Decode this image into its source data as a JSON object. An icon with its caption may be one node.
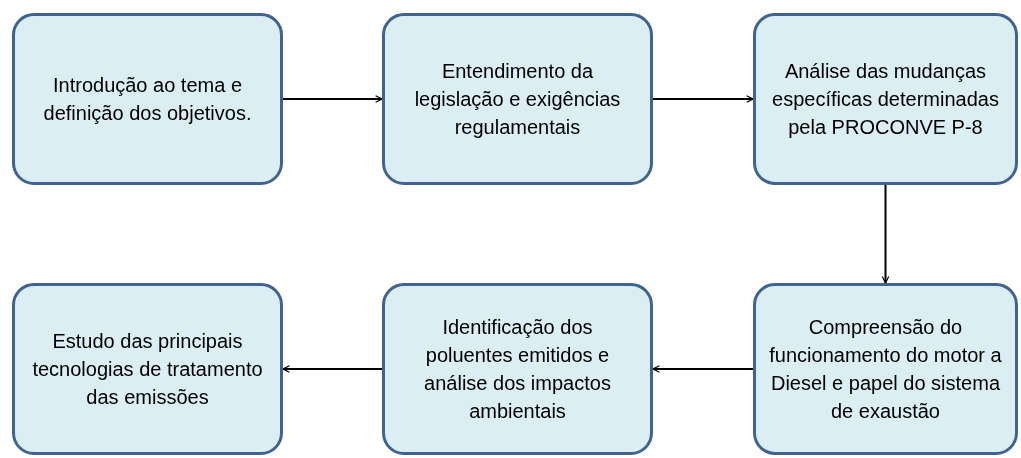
{
  "diagram": {
    "nodes": [
      {
        "text": [
          "Introdução ao tema e definição dos objetivos."
        ]
      },
      {
        "text": [
          "Entendimento da legislação e exigências regulamentais"
        ]
      },
      {
        "text": [
          "Análise das mudanças específicas determinadas pela PROCONVE P-8"
        ]
      },
      {
        "text": [
          "Compreensão do funcionamento do motor a Diesel e papel do sistema de exaustão"
        ]
      },
      {
        "text": [
          "Identificação dos poluentes emitidos e análise dos impactos ambientais"
        ]
      },
      {
        "text": [
          "Estudo das principais tecnologias de tratamento das emissões"
        ]
      }
    ],
    "edges": [
      {
        "from": 0,
        "to": 1,
        "arrow": "to"
      },
      {
        "from": 1,
        "to": 2,
        "arrow": "to"
      },
      {
        "from": 2,
        "to": 3,
        "arrow": "to"
      },
      {
        "from": 3,
        "to": 4,
        "arrow": "to"
      },
      {
        "from": 4,
        "to": 5,
        "arrow": "to"
      }
    ]
  }
}
